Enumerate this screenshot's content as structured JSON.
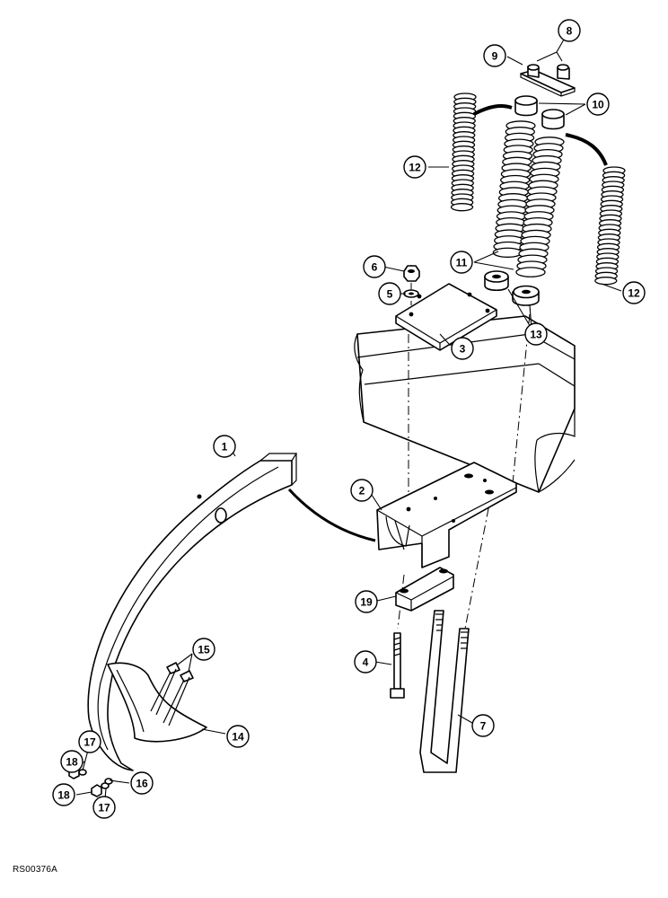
{
  "diagram": {
    "reference_code": "RS00376A",
    "callouts": [
      {
        "id": "c1",
        "label": "1"
      },
      {
        "id": "c2",
        "label": "2"
      },
      {
        "id": "c3",
        "label": "3"
      },
      {
        "id": "c4",
        "label": "4"
      },
      {
        "id": "c5",
        "label": "5"
      },
      {
        "id": "c6",
        "label": "6"
      },
      {
        "id": "c7",
        "label": "7"
      },
      {
        "id": "c8",
        "label": "8"
      },
      {
        "id": "c9",
        "label": "9"
      },
      {
        "id": "c10",
        "label": "10"
      },
      {
        "id": "c11",
        "label": "11"
      },
      {
        "id": "c12a",
        "label": "12"
      },
      {
        "id": "c12b",
        "label": "12"
      },
      {
        "id": "c13",
        "label": "13"
      },
      {
        "id": "c14",
        "label": "14"
      },
      {
        "id": "c15",
        "label": "15"
      },
      {
        "id": "c16",
        "label": "16"
      },
      {
        "id": "c17a",
        "label": "17"
      },
      {
        "id": "c17b",
        "label": "17"
      },
      {
        "id": "c18a",
        "label": "18"
      },
      {
        "id": "c18b",
        "label": "18"
      },
      {
        "id": "c19",
        "label": "19"
      }
    ]
  }
}
